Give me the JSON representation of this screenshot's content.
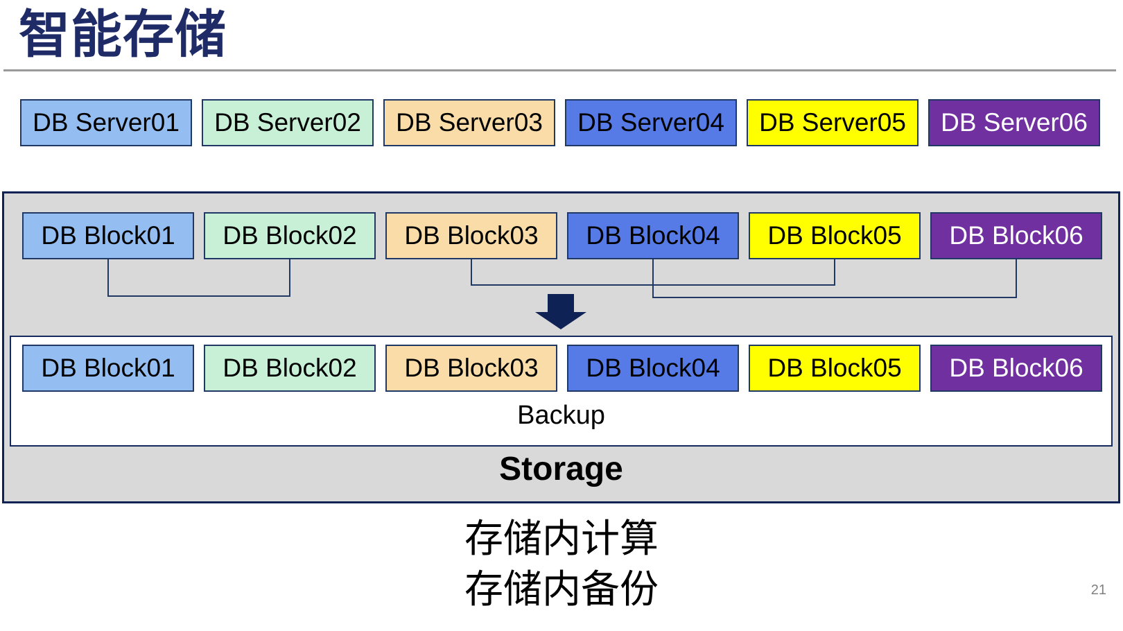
{
  "slide": {
    "title": "智能存储",
    "page_number": "21",
    "caption_line1": "存储内计算",
    "caption_line2": "存储内备份"
  },
  "server_row": [
    {
      "label": "DB Server01",
      "fill": "#94BDF2",
      "text": "#000000"
    },
    {
      "label": "DB Server02",
      "fill": "#C8F0D6",
      "text": "#000000"
    },
    {
      "label": "DB Server03",
      "fill": "#F9DCA8",
      "text": "#000000"
    },
    {
      "label": "DB Server04",
      "fill": "#567AE6",
      "text": "#000000"
    },
    {
      "label": "DB Server05",
      "fill": "#FFFF00",
      "text": "#000000"
    },
    {
      "label": "DB Server06",
      "fill": "#7030A0",
      "text": "#FFFFFF"
    }
  ],
  "storage_unit": {
    "label": "Storage",
    "backup_label": "Backup",
    "incoming_blocks": [
      {
        "label": "DB Block01",
        "fill": "#94BDF2",
        "text": "#000000"
      },
      {
        "label": "DB Block02",
        "fill": "#C8F0D6",
        "text": "#000000"
      },
      {
        "label": "DB Block03",
        "fill": "#F9DCA8",
        "text": "#000000"
      },
      {
        "label": "DB Block04",
        "fill": "#567AE6",
        "text": "#000000"
      },
      {
        "label": "DB Block05",
        "fill": "#FFFF00",
        "text": "#000000"
      },
      {
        "label": "DB Block06",
        "fill": "#7030A0",
        "text": "#FFFFFF"
      }
    ],
    "backup_blocks": [
      {
        "label": "DB Block01",
        "fill": "#94BDF2",
        "text": "#000000"
      },
      {
        "label": "DB Block02",
        "fill": "#C8F0D6",
        "text": "#000000"
      },
      {
        "label": "DB Block03",
        "fill": "#F9DCA8",
        "text": "#000000"
      },
      {
        "label": "DB Block04",
        "fill": "#567AE6",
        "text": "#000000"
      },
      {
        "label": "DB Block05",
        "fill": "#FFFF00",
        "text": "#000000"
      },
      {
        "label": "DB Block06",
        "fill": "#7030A0",
        "text": "#FFFFFF"
      }
    ]
  },
  "colors": {
    "title": "#1F2B66",
    "box_border": "#1F3864",
    "connector": "#1F3864",
    "container_border": "#0E2255",
    "container_bg": "#D9D9D9",
    "arrow": "#0E2255",
    "title_rule": "#999999",
    "page_number": "#808080"
  }
}
